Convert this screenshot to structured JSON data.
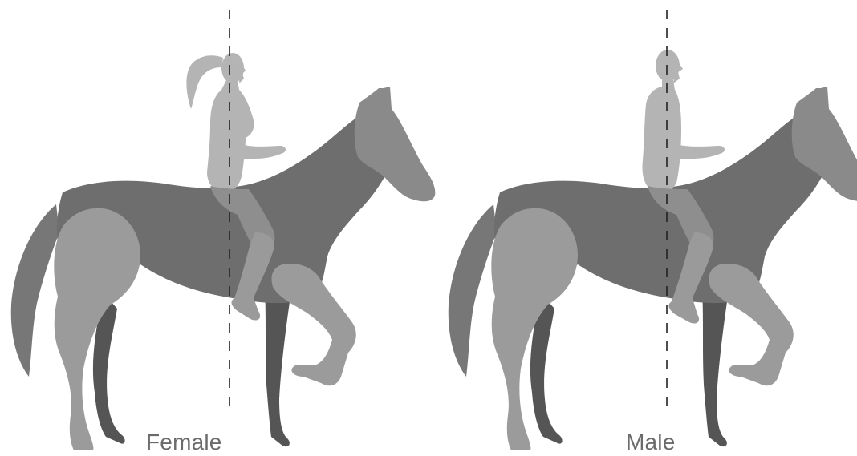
{
  "figures": [
    {
      "id": "female",
      "caption": "Female"
    },
    {
      "id": "male",
      "caption": "Male"
    }
  ],
  "colors": {
    "horse_body": "#6e6e6e",
    "horse_far_legs": "#555555",
    "horse_near_limbs": "#9b9b9b",
    "horse_head": "#8a8a8a",
    "rider": "#b4b4b4",
    "rider_overlap": "#8e8e8e",
    "plumb_line": "#222222",
    "caption": "#6b6b6b"
  }
}
